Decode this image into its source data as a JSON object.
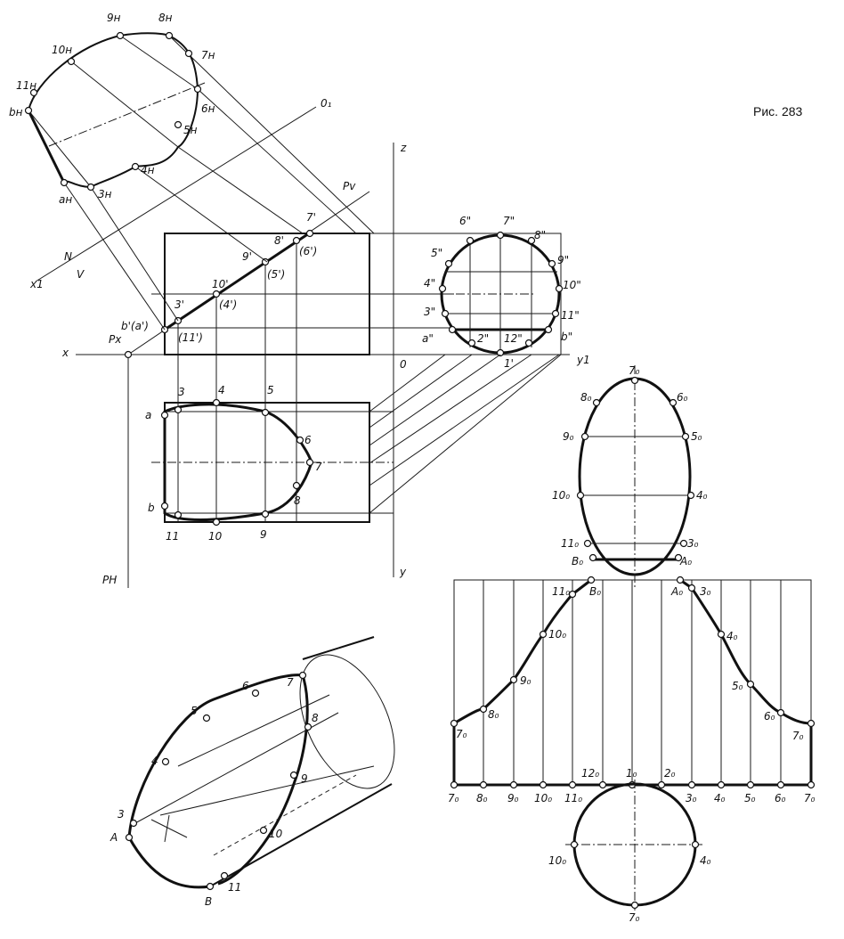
{
  "figure": {
    "caption": "Рис. 283"
  },
  "axes": {
    "x": "x",
    "y": "y",
    "y1": "y1",
    "z": "z",
    "x1": "x1",
    "o1": "0₁",
    "origin": "0",
    "n": "N",
    "v": "V"
  },
  "planes": {
    "pv": "Pv",
    "px": "Px",
    "ph": "PH"
  },
  "natural_view_labels": [
    "bн",
    "11н",
    "10н",
    "9н",
    "8н",
    "7н",
    "6н",
    "5н",
    "4н",
    "3н",
    "aн"
  ],
  "front_view_labels": [
    "b'(a')",
    "3'",
    "10'",
    "(4')",
    "9'",
    "(5')",
    "8'",
    "(6')",
    "7'",
    "(11')"
  ],
  "side_view_labels": [
    "6\"",
    "7\"",
    "8\"",
    "5\"",
    "9\"",
    "4\"",
    "10\"",
    "3\"",
    "11\"",
    "a\"",
    "2\"",
    "12\"",
    "b\"",
    "1'"
  ],
  "top_view_labels": [
    "a",
    "3",
    "4",
    "5",
    "6",
    "7",
    "8",
    "b",
    "11",
    "10",
    "9"
  ],
  "net_top_labels": [
    "7₀",
    "8₀",
    "6₀",
    "9₀",
    "5₀",
    "10₀",
    "4₀",
    "11₀",
    "3₀",
    "B₀",
    "A₀"
  ],
  "net_curve_labels": [
    "B₀",
    "11₀",
    "10₀",
    "9₀",
    "8₀",
    "7₀",
    "A₀",
    "3₀",
    "4₀",
    "5₀",
    "6₀",
    "7₀"
  ],
  "net_base_labels": [
    "7₀",
    "8₀",
    "9₀",
    "10₀",
    "11₀",
    "12₀",
    "1₀",
    "2₀",
    "3₀",
    "4₀",
    "5₀",
    "6₀",
    "7₀"
  ],
  "net_circle_labels": [
    "10₀",
    "4₀",
    "7₀"
  ],
  "axo_labels": [
    "3",
    "A",
    "4",
    "5",
    "6",
    "7",
    "8",
    "9",
    "10",
    "11",
    "B"
  ]
}
